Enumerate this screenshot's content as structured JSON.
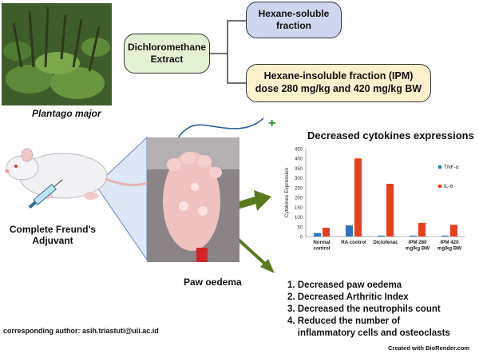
{
  "extract": {
    "line1": "Dichloromethane",
    "line2": "Extract"
  },
  "hexane": {
    "line1": "Hexane-soluble",
    "line2": "fraction"
  },
  "ipm": {
    "line1": "Hexane-insoluble fraction (IPM)",
    "line2": "dose 280 mg/kg and 420 mg/kg BW"
  },
  "plant_caption": "Plantago major",
  "cfa_caption": {
    "line1": "Complete Freund's",
    "line2": "Adjuvant"
  },
  "oedema_caption": "Paw oedema",
  "plus_sign": "+",
  "outcomes": [
    "1. Decreased paw oedema",
    "2. Decreased Arthritic Index",
    "3. Decreased the neutrophils count",
    "4. Reduced the number of",
    "    inflammatory cells and osteoclasts"
  ],
  "author": "corresponding author: asih.triastuti@uii.ac.id",
  "credit": "Created with BioRender.com",
  "colors": {
    "tnf": "#2e74c0",
    "il6": "#e8401c",
    "arrow_green": "#5a7a1e",
    "arrow_blue": "#2b5d9b"
  },
  "chart_data": {
    "type": "bar",
    "title": "Decreased cytokines expressions",
    "ylabel": "Cytokines Expression",
    "xlabel": "",
    "ylim": [
      0,
      450
    ],
    "yticks": [
      0,
      50,
      100,
      150,
      200,
      250,
      300,
      350,
      400,
      450
    ],
    "categories": [
      [
        "Normal",
        "control"
      ],
      [
        "RA control"
      ],
      [
        "Diclofenac"
      ],
      [
        "IPM 280",
        "mg/kg BW"
      ],
      [
        "IPM 420",
        "mg/kg BW"
      ]
    ],
    "series": [
      {
        "name": "TNF-α",
        "values": [
          18,
          57,
          5,
          5,
          5
        ]
      },
      {
        "name": "IL-6",
        "values": [
          45,
          400,
          270,
          70,
          60
        ]
      }
    ],
    "legend": "right"
  }
}
